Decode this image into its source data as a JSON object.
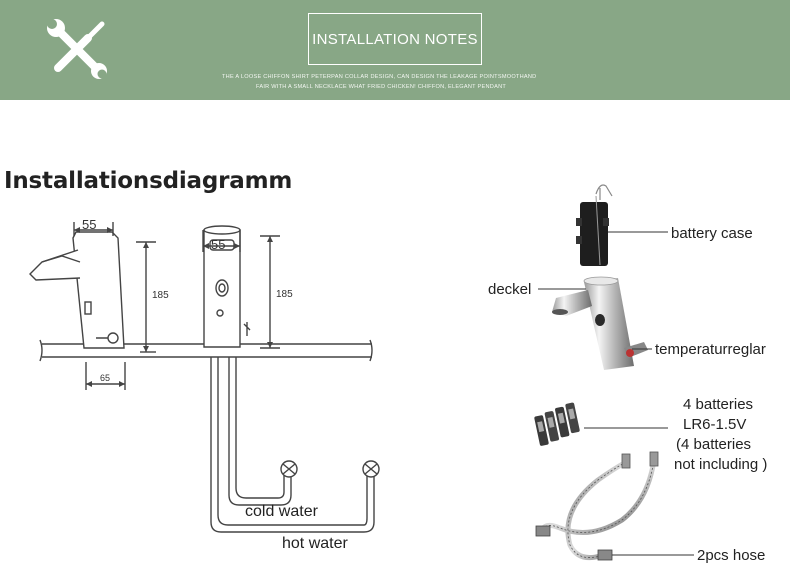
{
  "header": {
    "title": "INSTALLATION NOTES",
    "tagline_line1": "THE A LOOSE CHIFFON SHIRT PETERPAN COLLAR DESIGN, CAN DESIGN THE LEAKAGE POINTSMOOTHAND",
    "tagline_line2": "FAIR WITH A SMALL NECKLACE WHAT FRIED CHICKEN! CHIFFON, ELEGANT PENDANT",
    "icon": "wrench-screwdriver-icon",
    "banner_color": "#88a786"
  },
  "diagram": {
    "heading": "Installationsdiagramm",
    "dims": {
      "width_left": "55",
      "width_right": "55",
      "height_left": "185",
      "height_right": "185",
      "offset": "65"
    },
    "pipes": {
      "cold": "cold water",
      "hot": "hot water"
    }
  },
  "parts": {
    "battery_case": "battery case",
    "deckel": "deckel",
    "temperature": "temperaturreglar",
    "batteries_line1": "4 batteries",
    "batteries_line2": "LR6-1.5V",
    "batteries_line3": "(4 batteries",
    "batteries_line4": "not including )",
    "hose": "2pcs hose"
  }
}
